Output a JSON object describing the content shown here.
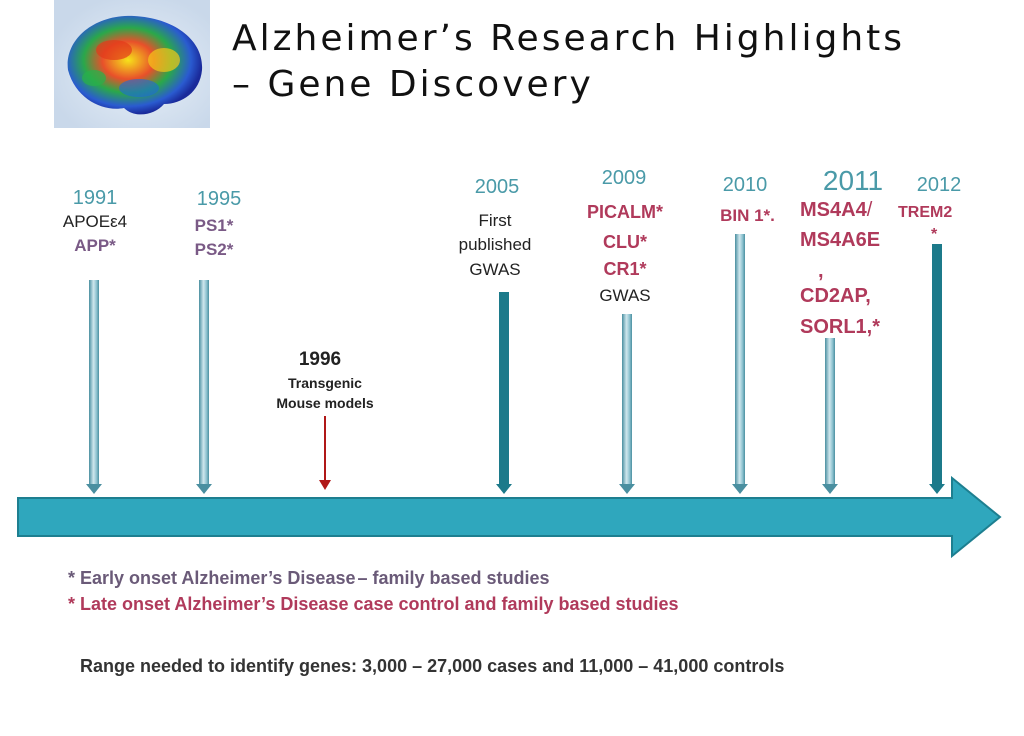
{
  "title": {
    "line1": "Alzheimer’s Research Highlights",
    "line2": "– Gene Discovery"
  },
  "events": {
    "y1991": {
      "year": "1991",
      "l1": "APOEε4",
      "l2": "APP*"
    },
    "y1995": {
      "year": "1995",
      "l1": "PS1*",
      "l2": "PS2*"
    },
    "y1996": {
      "year": "1996",
      "l1": "Transgenic",
      "l2": "Mouse models"
    },
    "y2005": {
      "year": "2005",
      "l1": "First",
      "l2": "published",
      "l3": "GWAS"
    },
    "y2009": {
      "year": "2009",
      "l1": "PICALM*",
      "l2": "CLU*",
      "l3": "CR1*",
      "l4": "GWAS"
    },
    "y2010": {
      "year": "2010",
      "l1": "BIN 1*."
    },
    "y2011": {
      "year": "2011",
      "l1": "MS4A4",
      "l1b": "/",
      "l2": "MS4A6E",
      "l3": ",",
      "l4": "CD2AP,",
      "l5": "SORL1,*"
    },
    "y2012": {
      "year": "2012",
      "l1": "TREM2",
      "l2": "*"
    }
  },
  "notes": {
    "early_a": "* Early onset Alzheimer’s Disease",
    "early_b": "– family based studies",
    "late": "* Late onset Alzheimer’s Disease case control and family based studies",
    "range": "Range needed to identify genes: 3,000 – 27,000 cases and 11,000 – 41,000 controls"
  },
  "colors": {
    "year": "#4a9aa8",
    "early": "#7a5a86",
    "late": "#b03a5b",
    "timeline": "#2fa7bd",
    "arrow_red": "#b01818"
  }
}
